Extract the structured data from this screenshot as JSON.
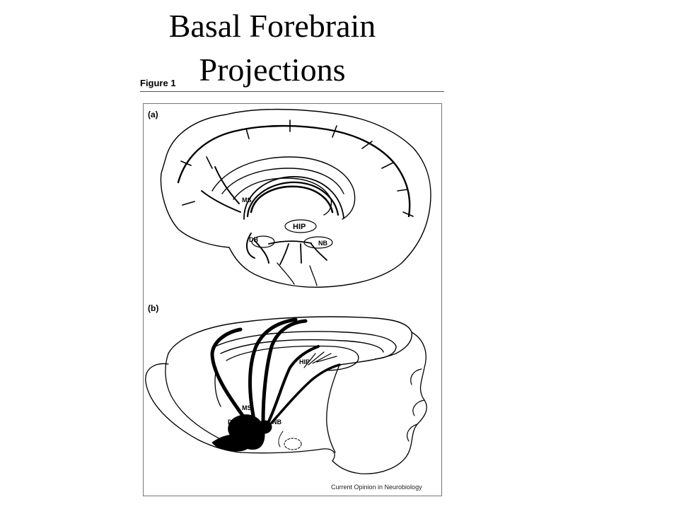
{
  "slide": {
    "title_line1": "Basal Forebrain",
    "title_line2": "Projections"
  },
  "figure": {
    "label": "Figure 1",
    "credit": "Current Opinion in Neurobiology",
    "panels": [
      {
        "letter": "(a)",
        "regions": [
          "MS",
          "DB",
          "NB",
          "HIP"
        ]
      },
      {
        "letter": "(b)",
        "regions": [
          "MS",
          "DB",
          "NB",
          "HIP"
        ]
      }
    ]
  }
}
